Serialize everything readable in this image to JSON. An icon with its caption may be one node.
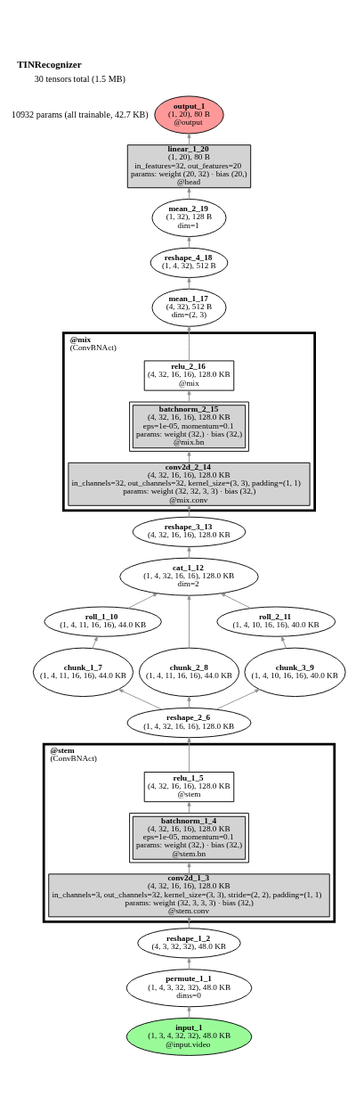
{
  "diagram": {
    "title": "TINRecognizer",
    "labels": [
      "30 tensors total (1.5 MB)",
      "10932 params (all trainable, 42.7 KB)"
    ],
    "nodes": [
      {
        "text": [
          "output_1",
          "(1, 20), 80 B",
          "@output"
        ]
      },
      {
        "text": [
          "linear_1_20",
          "(1, 20), 80 B",
          "in_features=32, out_features=20",
          "params: weight (20, 32) · bias (20,)",
          "@head"
        ]
      },
      {
        "text": [
          "mean_2_19",
          "(1, 32), 128 B",
          "dim=1"
        ]
      },
      {
        "text": [
          "reshape_4_18",
          "(1, 4, 32), 512 B"
        ]
      },
      {
        "text": [
          "mean_1_17",
          "(4, 32), 512 B",
          "dim=(2, 3)"
        ]
      },
      {
        "text": [
          "@mix",
          "(ConvBNAct)"
        ]
      },
      {
        "text": [
          "relu_2_16",
          "(4, 32, 16, 16), 128.0 KB",
          "@mix"
        ],
        "in": 5
      },
      {
        "text": [
          "batchnorm_2_15",
          "(4, 32, 16, 16), 128.0 KB",
          "eps=1e-05, momentum=0.1",
          "params: weight (32,) · bias (32,)",
          "@mix.bn"
        ],
        "in": 5
      },
      {
        "text": [
          "conv2d_2_14",
          "(4, 32, 16, 16), 128.0 KB",
          "in_channels=32, out_channels=32, kernel_size=(3, 3), padding=(1, 1)",
          "params: weight (32, 32, 3, 3) · bias (32,)",
          "@mix.conv"
        ],
        "in": 5
      },
      {
        "text": [
          "reshape_3_13",
          "(4, 32, 16, 16), 128.0 KB"
        ]
      },
      {
        "text": [
          "cat_1_12",
          "(1, 4, 32, 16, 16), 128.0 KB",
          "dim=2"
        ]
      },
      {
        "text": [
          "roll_1_10",
          "(1, 4, 11, 16, 16), 44.0 KB"
        ]
      },
      {
        "text": [
          "roll_2_11",
          "(1, 4, 10, 16, 16), 40.0 KB"
        ]
      },
      {
        "text": [
          "chunk_1_7",
          "(1, 4, 11, 16, 16), 44.0 KB"
        ]
      },
      {
        "text": [
          "chunk_2_8",
          "(1, 4, 11, 16, 16), 44.0 KB"
        ]
      },
      {
        "text": [
          "chunk_3_9",
          "(1, 4, 10, 16, 16), 40.0 KB"
        ]
      },
      {
        "text": [
          "reshape_2_6",
          "(1, 4, 32, 16, 16), 128.0 KB"
        ]
      },
      {
        "text": [
          "@stem",
          "(ConvBNAct)"
        ]
      },
      {
        "text": [
          "relu_1_5",
          "(4, 32, 16, 16), 128.0 KB",
          "@stem"
        ],
        "in": 17
      },
      {
        "text": [
          "batchnorm_1_4",
          "(4, 32, 16, 16), 128.0 KB",
          "eps=1e-05, momentum=0.1",
          "params: weight (32,) · bias (32,)",
          "@stem.bn"
        ],
        "in": 17
      },
      {
        "text": [
          "conv2d_1_3",
          "(4, 32, 16, 16), 128.0 KB",
          "in_channels=3, out_channels=32, kernel_size=(3, 3), stride=(2, 2), padding=(1, 1)",
          "params: weight (32, 3, 3, 3) · bias (32,)",
          "@stem.conv"
        ],
        "in": 17
      },
      {
        "text": [
          "reshape_1_2",
          "(4, 3, 32, 32), 48.0 KB"
        ]
      },
      {
        "text": [
          "permute_1_1",
          "(1, 4, 3, 32, 32), 48.0 KB",
          "dims=0"
        ]
      },
      {
        "text": [
          "input_1",
          "(1, 3, 4, 32, 32), 48.0 KB",
          "@input.video"
        ]
      }
    ],
    "edges": [
      {
        "from": 23,
        "to": 22,
        "arrow": "to"
      },
      {
        "from": 22,
        "to": 21,
        "arrow": "to"
      },
      {
        "from": 21,
        "to": 20,
        "arrow": "to"
      },
      {
        "from": 20,
        "to": 19,
        "arrow": "to"
      },
      {
        "from": 19,
        "to": 18,
        "arrow": "to"
      },
      {
        "from": 18,
        "to": 16,
        "arrow": "to"
      },
      {
        "from": 16,
        "to": 13,
        "arrow": "to"
      },
      {
        "from": 16,
        "to": 14,
        "arrow": "to"
      },
      {
        "from": 16,
        "to": 15,
        "arrow": "to"
      },
      {
        "from": 13,
        "to": 11,
        "arrow": "to"
      },
      {
        "from": 15,
        "to": 12,
        "arrow": "to"
      },
      {
        "from": 11,
        "to": 10,
        "arrow": "to"
      },
      {
        "from": 14,
        "to": 10,
        "arrow": "to"
      },
      {
        "from": 12,
        "to": 10,
        "arrow": "to"
      },
      {
        "from": 10,
        "to": 9,
        "arrow": "to"
      },
      {
        "from": 9,
        "to": 8,
        "arrow": "to"
      },
      {
        "from": 8,
        "to": 7,
        "arrow": "to"
      },
      {
        "from": 7,
        "to": 6,
        "arrow": "to"
      },
      {
        "from": 6,
        "to": 4,
        "arrow": "to"
      },
      {
        "from": 4,
        "to": 3,
        "arrow": "to"
      },
      {
        "from": 3,
        "to": 2,
        "arrow": "to"
      },
      {
        "from": 2,
        "to": 1,
        "arrow": "to"
      },
      {
        "from": 1,
        "to": 0,
        "arrow": "to"
      }
    ]
  }
}
